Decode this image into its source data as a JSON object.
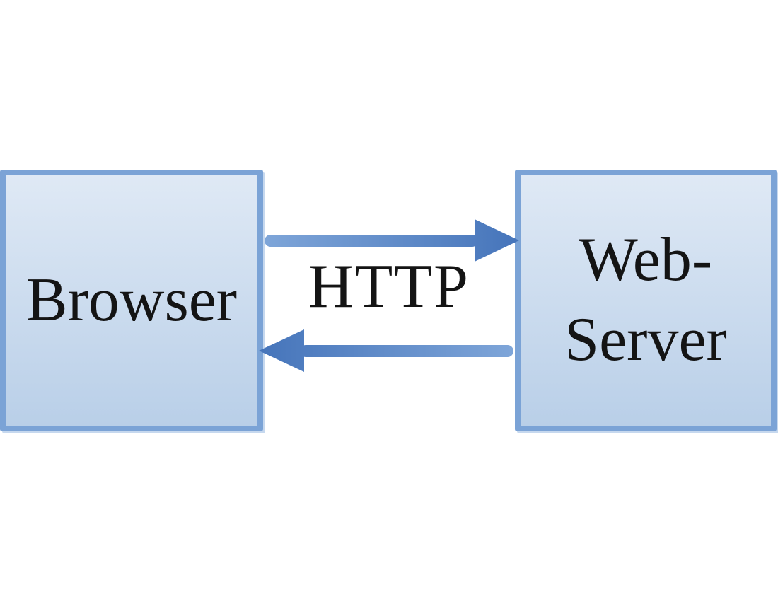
{
  "nodes": {
    "browser": {
      "label": "Browser"
    },
    "web_server": {
      "line1": "Web-",
      "line2": "Server"
    }
  },
  "edges": {
    "http_label": "HTTP",
    "request_direction": "browser-to-server (right)",
    "response_direction": "server-to-browser (left)"
  },
  "colors": {
    "background": "#ffffff",
    "box_fill_top": "#dfe9f5",
    "box_fill_bottom": "#b9cfe8",
    "box_border": "#7ba3d6",
    "box_halo": "#c6d8ee",
    "arrow_light": "#7fa6d9",
    "arrow_dark": "#4574ba",
    "text": "#141414"
  }
}
